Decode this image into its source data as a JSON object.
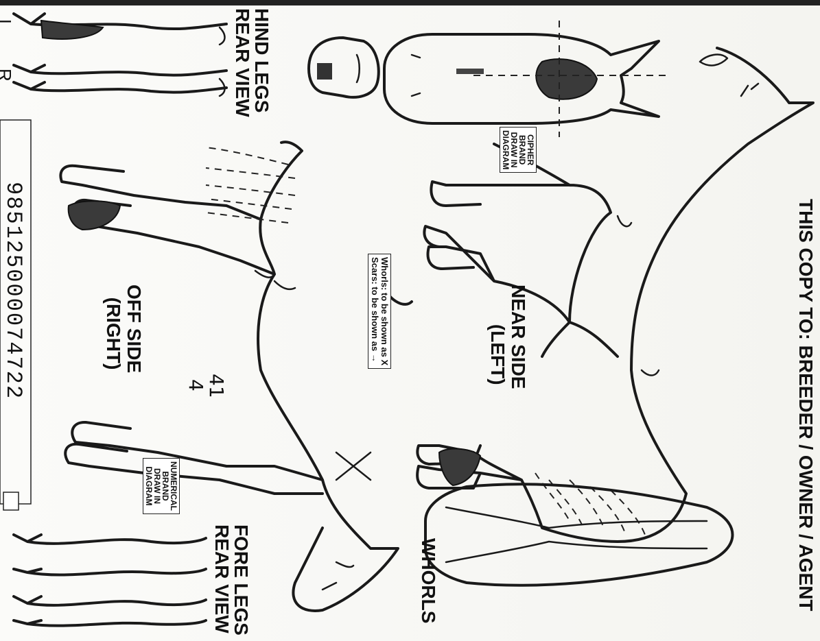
{
  "header": {
    "copy_to": "THIS COPY TO:  BREEDER / OWNER / AGENT"
  },
  "labels": {
    "near_side": [
      "NEAR SIDE",
      "(LEFT)"
    ],
    "off_side": [
      "OFF SIDE",
      "(RIGHT)"
    ],
    "whorls": "WHORLS",
    "fore_legs": [
      "FORE LEGS",
      "REAR VIEW"
    ],
    "hind_legs": [
      "HIND LEGS",
      "REAR VIEW"
    ],
    "cipher_brand": [
      "CIPHER",
      "BRAND",
      "DRAW IN",
      "DIAGRAM"
    ],
    "numerical_brand": [
      "NUMERICAL",
      "BRAND",
      "DRAW IN",
      "DIAGRAM"
    ],
    "legend": [
      "Whorls: to be shown as X",
      "Scars: to be shown as →"
    ]
  },
  "fields": {
    "microchip_number": "985125000074722",
    "brand_number": [
      "41",
      "4"
    ],
    "leg_left": "L",
    "leg_right": "R"
  }
}
